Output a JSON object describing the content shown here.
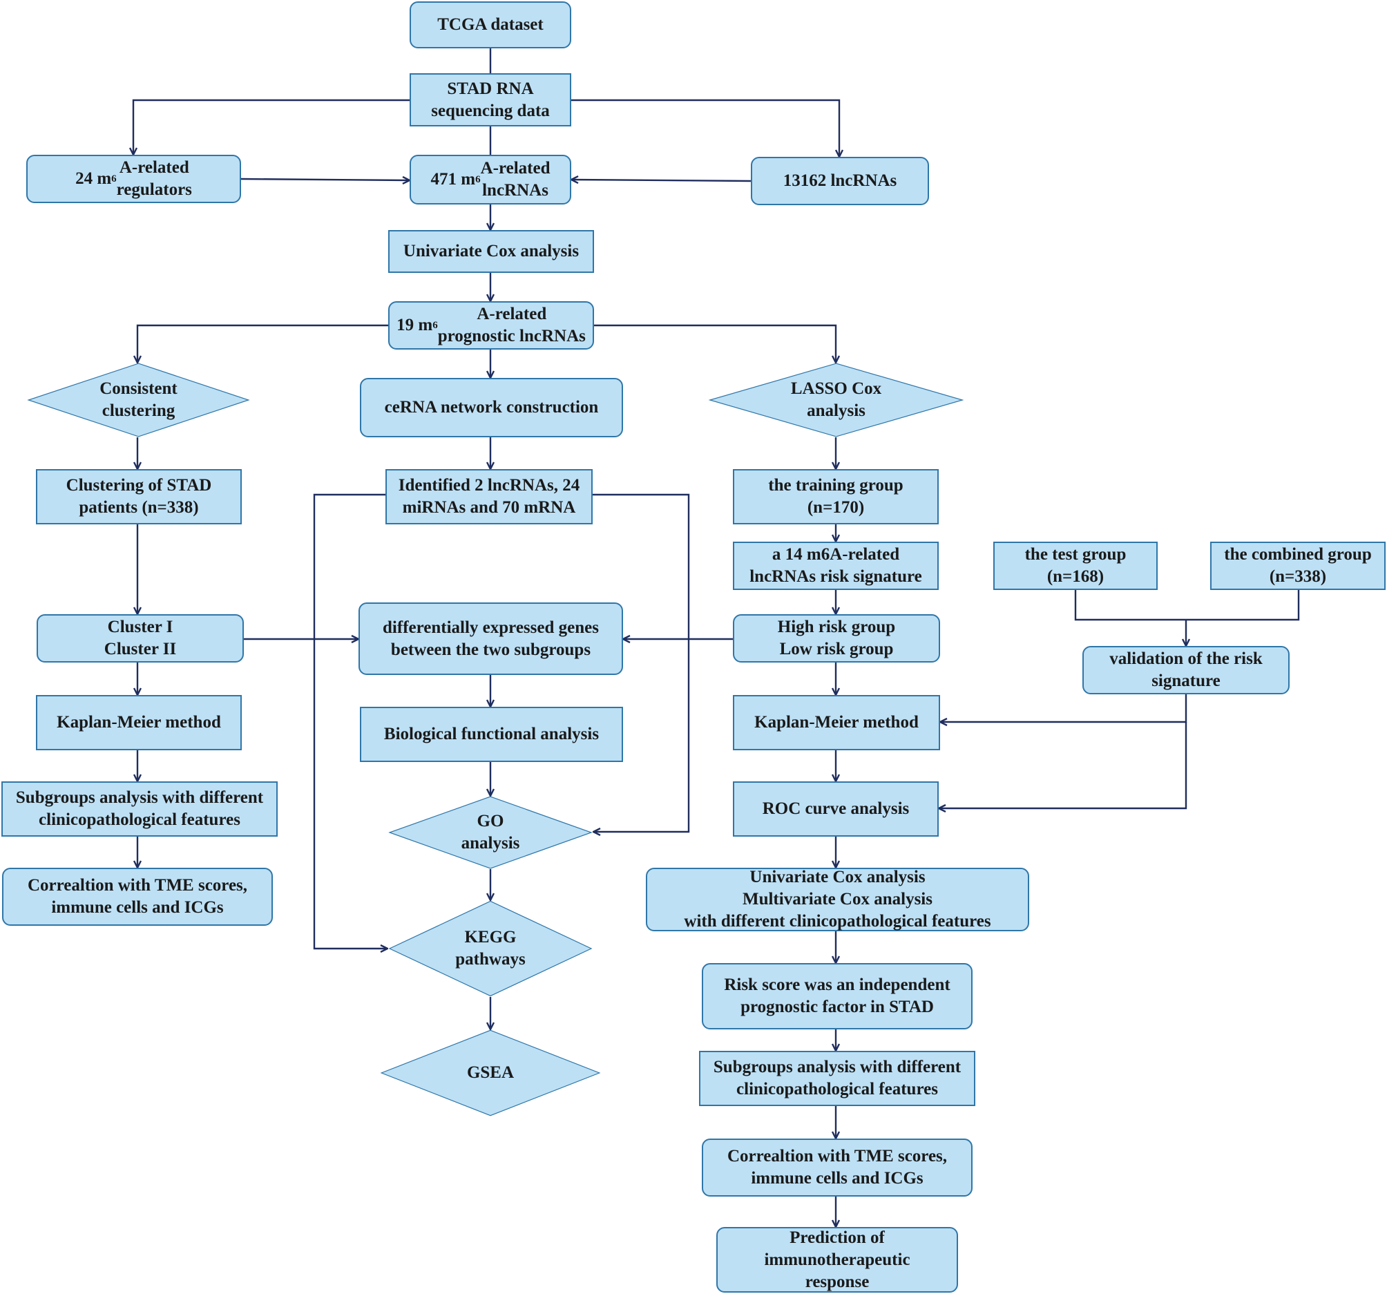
{
  "colors": {
    "fill": "#bde0f5",
    "stroke": "#2f76a8",
    "arrow": "#1f2d5e"
  },
  "nodes": {
    "tcga": "TCGA dataset",
    "stad_rna": "STAD RNA\nsequencing data",
    "regulators": "24 m6A-related\nregulators",
    "m6a_lnc": "471 m6A-related\nlncRNAs",
    "lncrnas": "13162 lncRNAs",
    "unicox1": "Univariate Cox analysis",
    "prog_lnc": "19 m6A-related\nprognostic lncRNAs",
    "consistent": "Consistent\nclustering",
    "cerna": "ceRNA network construction",
    "lasso": "LASSO Cox\nanalysis",
    "cluster_stad": "Clustering of STAD\npatients (n=338)",
    "identified": "Identified 2 lncRNAs, 24\nmiRNAs and 70 mRNA",
    "training": "the training group\n(n=170)",
    "signature": "a 14 m6A-related\nlncRNAs risk signature",
    "test": "the test group\n(n=168)",
    "combined": "the combined group\n(n=338)",
    "clusters": "Cluster I\nCluster II",
    "deg": "differentially expressed genes\nbetween the two subgroups",
    "risk_groups": "High risk group\nLow risk  group",
    "validation": "validation of the risk\nsignature",
    "km_left": "Kaplan-Meier method",
    "bio": "Biological functional analysis",
    "km_right": "Kaplan-Meier method",
    "subgroups_left": "Subgroups analysis with different\nclinicopathological features",
    "go": "GO\nanalysis",
    "roc": "ROC curve analysis",
    "tme_left": "Correaltion with TME scores,\nimmune cells and ICGs",
    "multicox": "Univariate Cox analysis\nMultivariate Cox analysis\nwith different clinicopathological features",
    "kegg": "KEGG\npathways",
    "riskscore": "Risk score  was an independent\nprognostic factor in STAD",
    "gsea": "GSEA",
    "subgroups_right": "Subgroups analysis with different\nclinicopathological features",
    "tme_right": "Correaltion with TME scores,\nimmune cells and ICGs",
    "prediction": "Prediction of\nimmunotherapeutic\nresponse"
  }
}
